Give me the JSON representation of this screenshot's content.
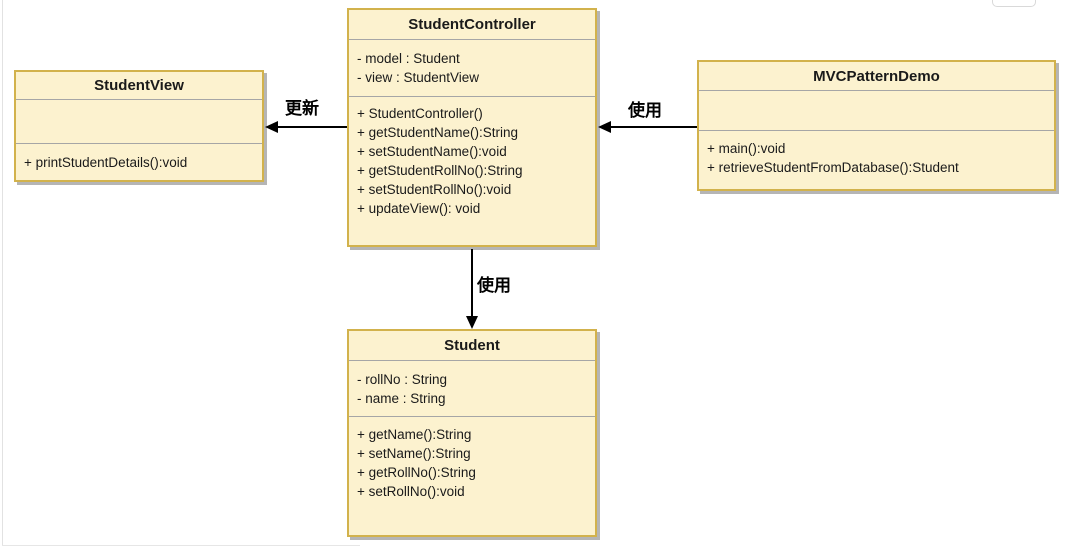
{
  "classes": {
    "student_view": {
      "title": "StudentView",
      "attributes": [],
      "methods": [
        "+ printStudentDetails():void"
      ]
    },
    "student_controller": {
      "title": "StudentController",
      "attributes": [
        "- model : Student",
        "- view : StudentView"
      ],
      "methods": [
        "+ StudentController()",
        "+ getStudentName():String",
        "+ setStudentName():void",
        "+ getStudentRollNo():String",
        "+ setStudentRollNo():void",
        "+ updateView(): void"
      ]
    },
    "mvc_pattern_demo": {
      "title": "MVCPatternDemo",
      "attributes": [],
      "methods": [
        "+ main():void",
        "+ retrieveStudentFromDatabase():Student"
      ]
    },
    "student": {
      "title": "Student",
      "attributes": [
        "- rollNo : String",
        "- name : String"
      ],
      "methods": [
        "+ getName():String",
        "+ setName():String",
        "+ getRollNo():String",
        "+ setRollNo():void"
      ]
    }
  },
  "relations": {
    "controller_to_view": {
      "label": "更新"
    },
    "demo_to_controller": {
      "label": "使用"
    },
    "controller_to_student": {
      "label": "使用"
    }
  },
  "colors": {
    "class_fill": "#FCF2CF",
    "class_border": "#D2B24C",
    "class_shadow": "#B5B5B5",
    "separator": "#A6A6A6",
    "arrow": "#000000",
    "page_border": "#E2E2E2"
  }
}
